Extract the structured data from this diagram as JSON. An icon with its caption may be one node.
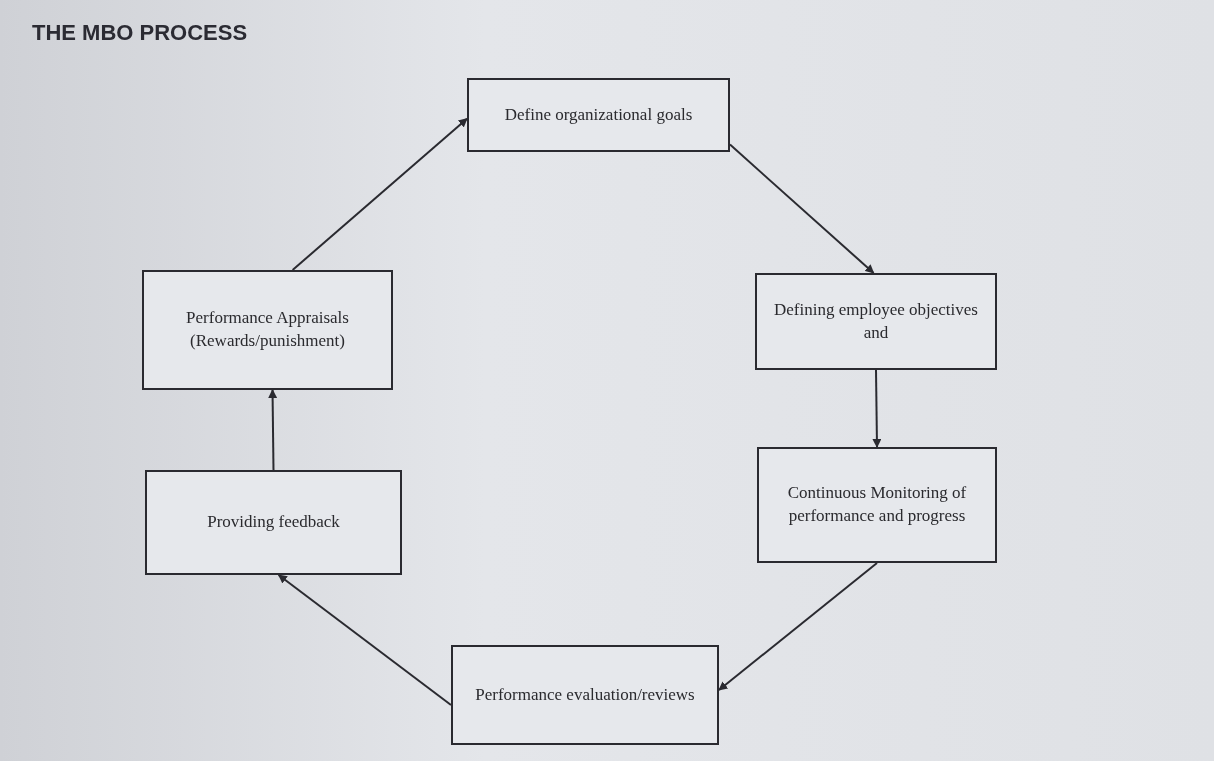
{
  "diagram": {
    "title": "THE MBO PROCESS",
    "nodes": [
      {
        "text": [
          "Define organizational goals"
        ]
      },
      {
        "text": [
          "Defining employee objectives and"
        ]
      },
      {
        "text": [
          "Continuous Monitoring of performance and progress"
        ]
      },
      {
        "text": [
          "Performance evaluation/reviews"
        ]
      },
      {
        "text": [
          "Providing feedback"
        ]
      },
      {
        "text": [
          "Performance Appraisals (Rewards/punishment)"
        ]
      }
    ],
    "edges": [
      {
        "from": 0,
        "to": 1,
        "arrow": "to"
      },
      {
        "from": 1,
        "to": 2,
        "arrow": "to"
      },
      {
        "from": 2,
        "to": 3,
        "arrow": "to"
      },
      {
        "from": 3,
        "to": 4,
        "arrow": "to"
      },
      {
        "from": 4,
        "to": 5,
        "arrow": "to"
      },
      {
        "from": 5,
        "to": 0,
        "arrow": "to"
      }
    ]
  }
}
